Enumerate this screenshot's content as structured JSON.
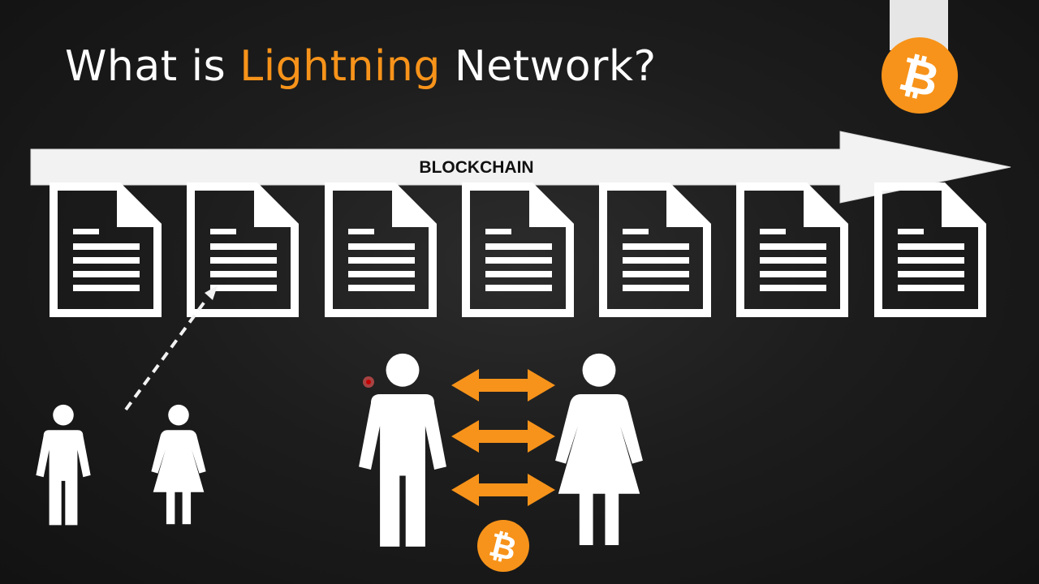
{
  "title": {
    "prefix": "What is",
    "highlight": "Lightning",
    "suffix": "Network?"
  },
  "blockchain": {
    "label": "BLOCKCHAIN",
    "block_count": 7
  },
  "bitcoin_symbol": "₿",
  "icons": {
    "block": "document-icon",
    "man": "man-icon",
    "woman": "woman-icon",
    "coin": "bitcoin-icon",
    "arrow": "double-arrow-icon"
  },
  "colors": {
    "background": "#1d1d1d",
    "accent": "#f7931a",
    "foreground": "#ffffff",
    "arrow_fill": "#f2f2f2"
  }
}
